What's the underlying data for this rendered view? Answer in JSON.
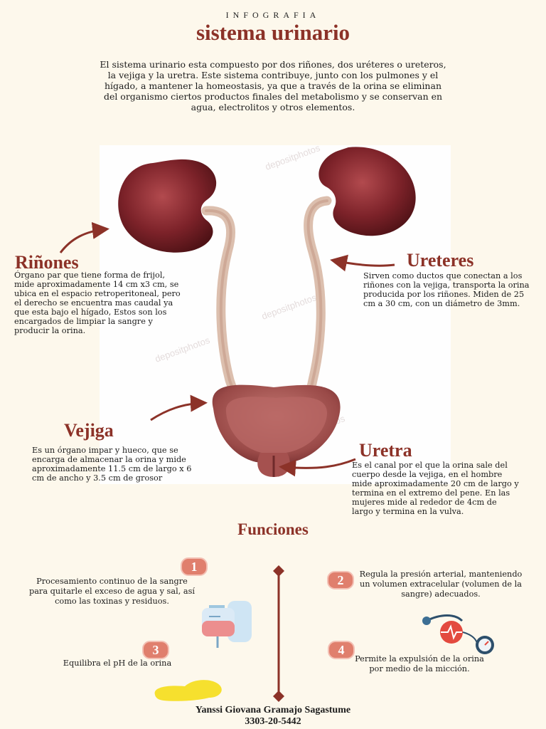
{
  "header": {
    "kicker": "INFOGRAFIA",
    "title": "sistema urinario"
  },
  "intro": "El sistema urinario esta compuesto por dos riñones, dos uréteres o ureteros, la vejiga y la uretra. Este sistema contribuye, junto con los pulmones y el hígado, a mantener la homeostasis, ya que a través de la orina se eliminan del organismo ciertos productos finales del metabolismo y se conservan en agua, electrolitos y otros elementos.",
  "watermark": "depositphotos",
  "organs": {
    "kidneys": {
      "title": "Riñones",
      "desc": "Órgano par que tiene forma de frijol, mide aproximadamente 14 cm x3 cm, se ubica en el espacio retroperitoneal, pero el derecho se encuentra mas caudal ya que esta bajo el hígado, Estos son los encargados de limpiar la sangre y producir la orina."
    },
    "ureters": {
      "title": "Ureteres",
      "desc": "Sirven como ductos que conectan a los riñones con la vejiga, transporta la orina producida por los riñones. Miden de 25 cm a 30 cm, con un diámetro de 3mm."
    },
    "bladder": {
      "title": "Vejiga",
      "desc": "Es un órgano impar y hueco, que se encarga de almacenar la orina y mide aproximadamente 11.5 cm de largo x 6 cm de ancho y 3.5 cm de grosor"
    },
    "urethra": {
      "title": "Uretra",
      "desc": "Es el canal por el que la orina sale del cuerpo desde la vejiga, en el hombre mide aproximadamente 20 cm de largo y termina en el extremo del pene. En las mujeres mide al rededor de 4cm de largo y termina en la vulva."
    }
  },
  "functions": {
    "title": "Funciones",
    "items": [
      {
        "num": "1",
        "text": "Procesamiento continuo de la sangre para quitarle el exceso de agua y sal, así como las toxinas y residuos."
      },
      {
        "num": "2",
        "text": "Regula la presión arterial, manteniendo un volumen extracelular (volumen de la sangre) adecuados."
      },
      {
        "num": "3",
        "text": "Equilibra el pH de la orina"
      },
      {
        "num": "4",
        "text": "Permite la expulsión de la orina por medio de la micción."
      }
    ]
  },
  "author": {
    "name": "Yanssi Giovana Gramajo Sagastume",
    "id": "3303-20-5442"
  },
  "colors": {
    "accent": "#8c3228",
    "badge": "#e07f6d",
    "background": "#fdf8ec"
  }
}
